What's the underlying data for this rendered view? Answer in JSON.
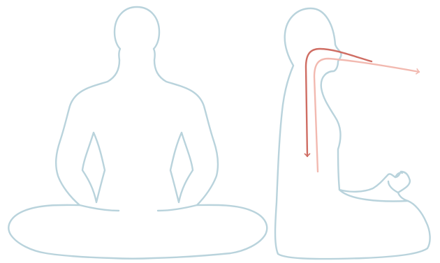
{
  "colors": {
    "outline": "#b9d3dc",
    "inhale_arrow": "#cf6d63",
    "exhale_arrow": "#f2b9b0",
    "background": "#ffffff"
  },
  "figures": [
    {
      "name": "seated-front-view",
      "view": "front"
    },
    {
      "name": "seated-side-view",
      "view": "side"
    }
  ],
  "arrows": [
    {
      "name": "inhale-arrow",
      "direction": "down"
    },
    {
      "name": "exhale-arrow",
      "direction": "right"
    }
  ]
}
